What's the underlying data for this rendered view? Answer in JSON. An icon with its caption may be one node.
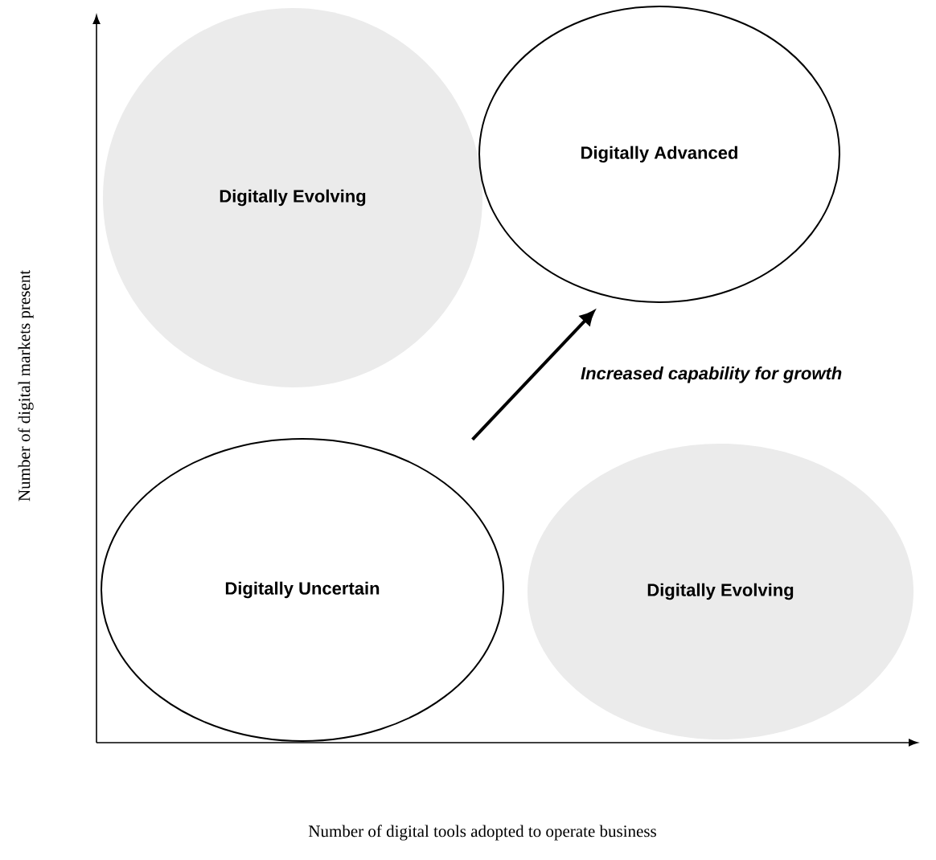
{
  "diagram": {
    "nodes": [
      {
        "text": [
          "Digitally Evolving"
        ]
      },
      {
        "text": [
          "Digitally Advanced"
        ]
      },
      {
        "text": [
          "Digitally Uncertain"
        ]
      },
      {
        "text": [
          "Digitally Evolving"
        ]
      }
    ],
    "edges": [
      {
        "from": 2,
        "to": 1,
        "arrow": "to",
        "label": "Increased capability for growth"
      }
    ],
    "labels": [
      "Number of digital markets present",
      "Number of digital tools adopted to operate business"
    ]
  }
}
